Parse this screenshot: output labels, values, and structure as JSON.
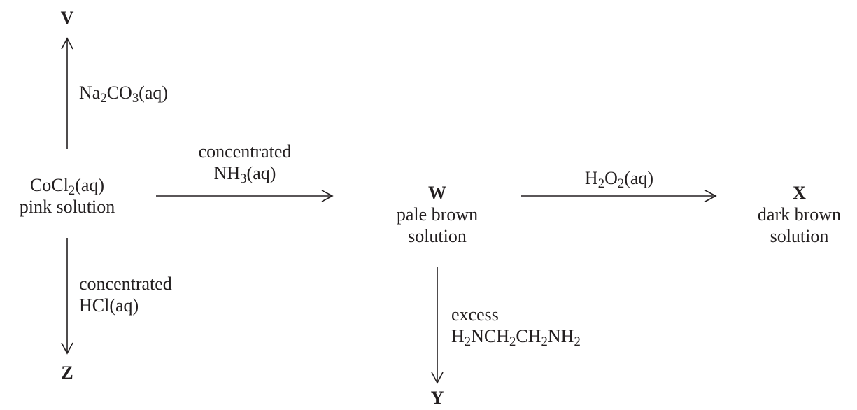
{
  "nodes": {
    "v": {
      "letter": "V"
    },
    "start": {
      "formula": {
        "a": "CoCl",
        "sub": "2",
        "b": "(aq)"
      },
      "desc": "pink solution"
    },
    "w": {
      "letter": "W",
      "desc_line1": "pale brown",
      "desc_line2": "solution"
    },
    "x": {
      "letter": "X",
      "desc_line1": "dark brown",
      "desc_line2": "solution"
    },
    "z": {
      "letter": "Z"
    },
    "y": {
      "letter": "Y"
    }
  },
  "reagents": {
    "to_v": {
      "a": "Na",
      "sub1": "2",
      "b": "CO",
      "sub2": "3",
      "c": "(aq)"
    },
    "to_w": {
      "line1": "concentrated",
      "a": "NH",
      "sub": "3",
      "b": "(aq)"
    },
    "to_x": {
      "a": "H",
      "sub1": "2",
      "b": "O",
      "sub2": "2",
      "c": "(aq)"
    },
    "to_z": {
      "line1": "concentrated",
      "line2": "HCl(aq)"
    },
    "to_y": {
      "line1": "excess",
      "a": "H",
      "s1": "2",
      "b": "NCH",
      "s2": "2",
      "c": "CH",
      "s3": "2",
      "d": "NH",
      "s4": "2"
    }
  }
}
